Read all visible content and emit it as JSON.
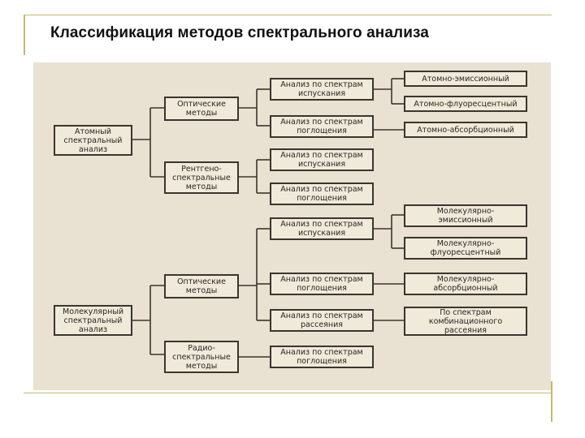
{
  "title": "Классификация методов спектрального анализа",
  "nodes": {
    "atomic": "Атомный\nспектральный\nанализ",
    "molecular": "Молекулярный\nспектральный\nанализ",
    "optical_a": "Оптические\nметоды",
    "xray": "Рентгено-\nспектральные\nметоды",
    "optical_m": "Оптические\nметоды",
    "radio": "Радио-\nспектральные\nметоды",
    "a_emission": "Анализ по спектрам\nиспускания",
    "a_absorption": "Анализ по спектрам\nпоглощения",
    "x_emission": "Анализ по спектрам\nиспускания",
    "x_absorption": "Анализ по спектрам\nпоглощения",
    "m_emission": "Анализ по спектрам\nиспускания",
    "m_absorption": "Анализ по спектрам\nпоглощения",
    "m_scattering": "Анализ по спектрам\nрассеяния",
    "r_absorption": "Анализ по спектрам\nпоглощения",
    "atom_emission": "Атомно-эмиссионный",
    "atom_fluor": "Атомно-флуоресцентный",
    "atom_absorb": "Атомно-абсорбционный",
    "mol_emission": "Молекулярно-\nэмиссионный",
    "mol_fluor": "Молекулярно-\nфлуоресцентный",
    "mol_absorb": "Молекулярно-\nабсорбционный",
    "combination": "По спектрам\nкомбинационного\nрассеяния"
  }
}
